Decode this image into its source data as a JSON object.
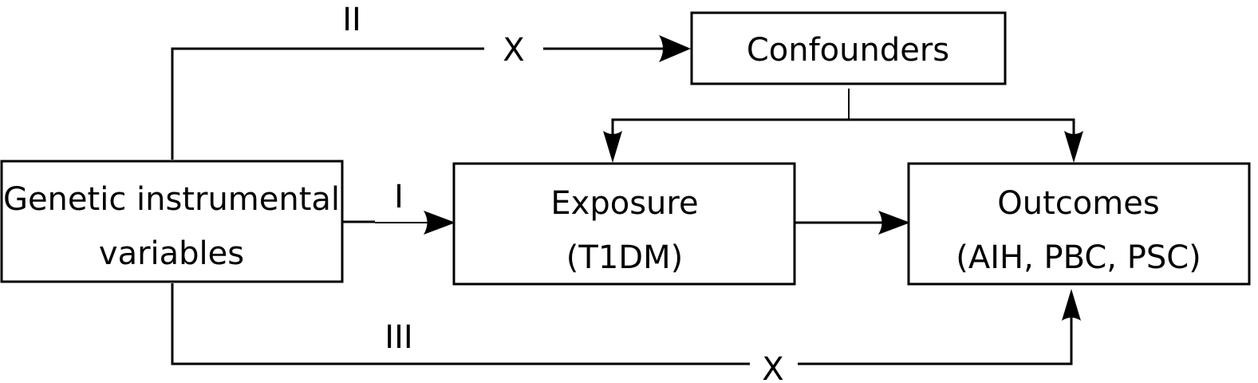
{
  "diagram": {
    "nodes": {
      "iv": {
        "line1": "Genetic instrumental",
        "line2": "variables"
      },
      "confounders": {
        "line1": "Confounders"
      },
      "exposure": {
        "line1": "Exposure",
        "line2": "(T1DM)"
      },
      "outcomes": {
        "line1": "Outcomes",
        "line2": "(AIH, PBC, PSC)"
      }
    },
    "edges": {
      "assumption_1": {
        "label": "I",
        "from": "Genetic instrumental variables",
        "to": "Exposure"
      },
      "assumption_2": {
        "label": "II",
        "blocked_mark": "X",
        "from": "Genetic instrumental variables",
        "to": "Confounders"
      },
      "assumption_3": {
        "label": "III",
        "blocked_mark": "X",
        "from": "Genetic instrumental variables",
        "to": "Outcomes"
      },
      "exposure_outcome": {
        "from": "Exposure",
        "to": "Outcomes"
      },
      "confounder_exposure": {
        "from": "Confounders",
        "to": "Exposure"
      },
      "confounder_outcome": {
        "from": "Confounders",
        "to": "Outcomes"
      }
    }
  }
}
